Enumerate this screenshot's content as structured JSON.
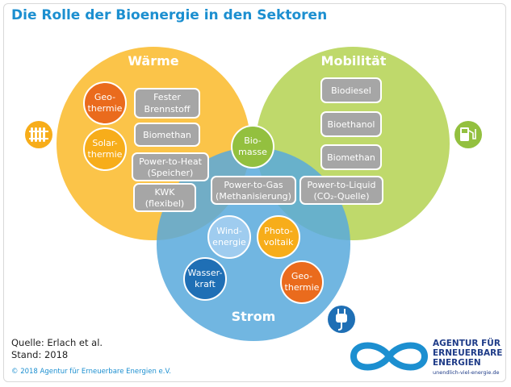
{
  "title": "Die Rolle der Bioenergie in den Sektoren",
  "sectors": {
    "waerme": {
      "label": "Wärme",
      "color": "#fbbf3a"
    },
    "mobilitaet": {
      "label": "Mobilität",
      "color": "#b6d457"
    },
    "strom": {
      "label": "Strom",
      "color": "#58a9dc"
    }
  },
  "boxes": {
    "fester_brennstoff": [
      "Fester",
      "Brennstoff"
    ],
    "biomethan_w": [
      "Biomethan"
    ],
    "power_to_heat": [
      "Power-to-Heat",
      "(Speicher)"
    ],
    "kwk": [
      "KWK",
      "(flexibel)"
    ],
    "biodiesel": [
      "Biodiesel"
    ],
    "bioethanol": [
      "Bioethanol"
    ],
    "biomethan_m": [
      "Biomethan"
    ],
    "power_to_gas": [
      "Power-to-Gas",
      "(Methanisierung)"
    ],
    "power_to_liquid": [
      "Power-to-Liquid",
      "(CO₂-Quelle)"
    ]
  },
  "circles": {
    "geothermie_w": [
      "Geo-",
      "thermie"
    ],
    "solarthermie": [
      "Solar-",
      "thermie"
    ],
    "biomasse": [
      "Bio-",
      "masse"
    ],
    "windenergie": [
      "Wind-",
      "energie"
    ],
    "photovoltaik": [
      "Photo-",
      "voltaik"
    ],
    "wasserkraft": [
      "Wasser-",
      "kraft"
    ],
    "geothermie_s": [
      "Geo-",
      "thermie"
    ]
  },
  "colors": {
    "orange": "#ea6b1d",
    "yellow": "#f7ad1a",
    "green": "#93c03f",
    "light_blue": "#9fccef",
    "dark_blue": "#1f6fb5",
    "box_gray": "#a6a6a6",
    "title_blue": "#1c8fd0"
  },
  "icons": {
    "heat": "radiator-icon",
    "mobility": "fuel-pump-icon",
    "power": "power-plug-icon",
    "logo": "infinity-logo-icon"
  },
  "footer": {
    "source": "Quelle: Erlach et al.",
    "date": "Stand: 2018",
    "copyright": "© 2018 Agentur für Erneuerbare Energien e.V."
  },
  "logo": {
    "line1": "AGENTUR FÜR",
    "line2": "ERNEUERBARE",
    "line3": "ENERGIEN",
    "url": "unendlich-viel-energie.de"
  }
}
